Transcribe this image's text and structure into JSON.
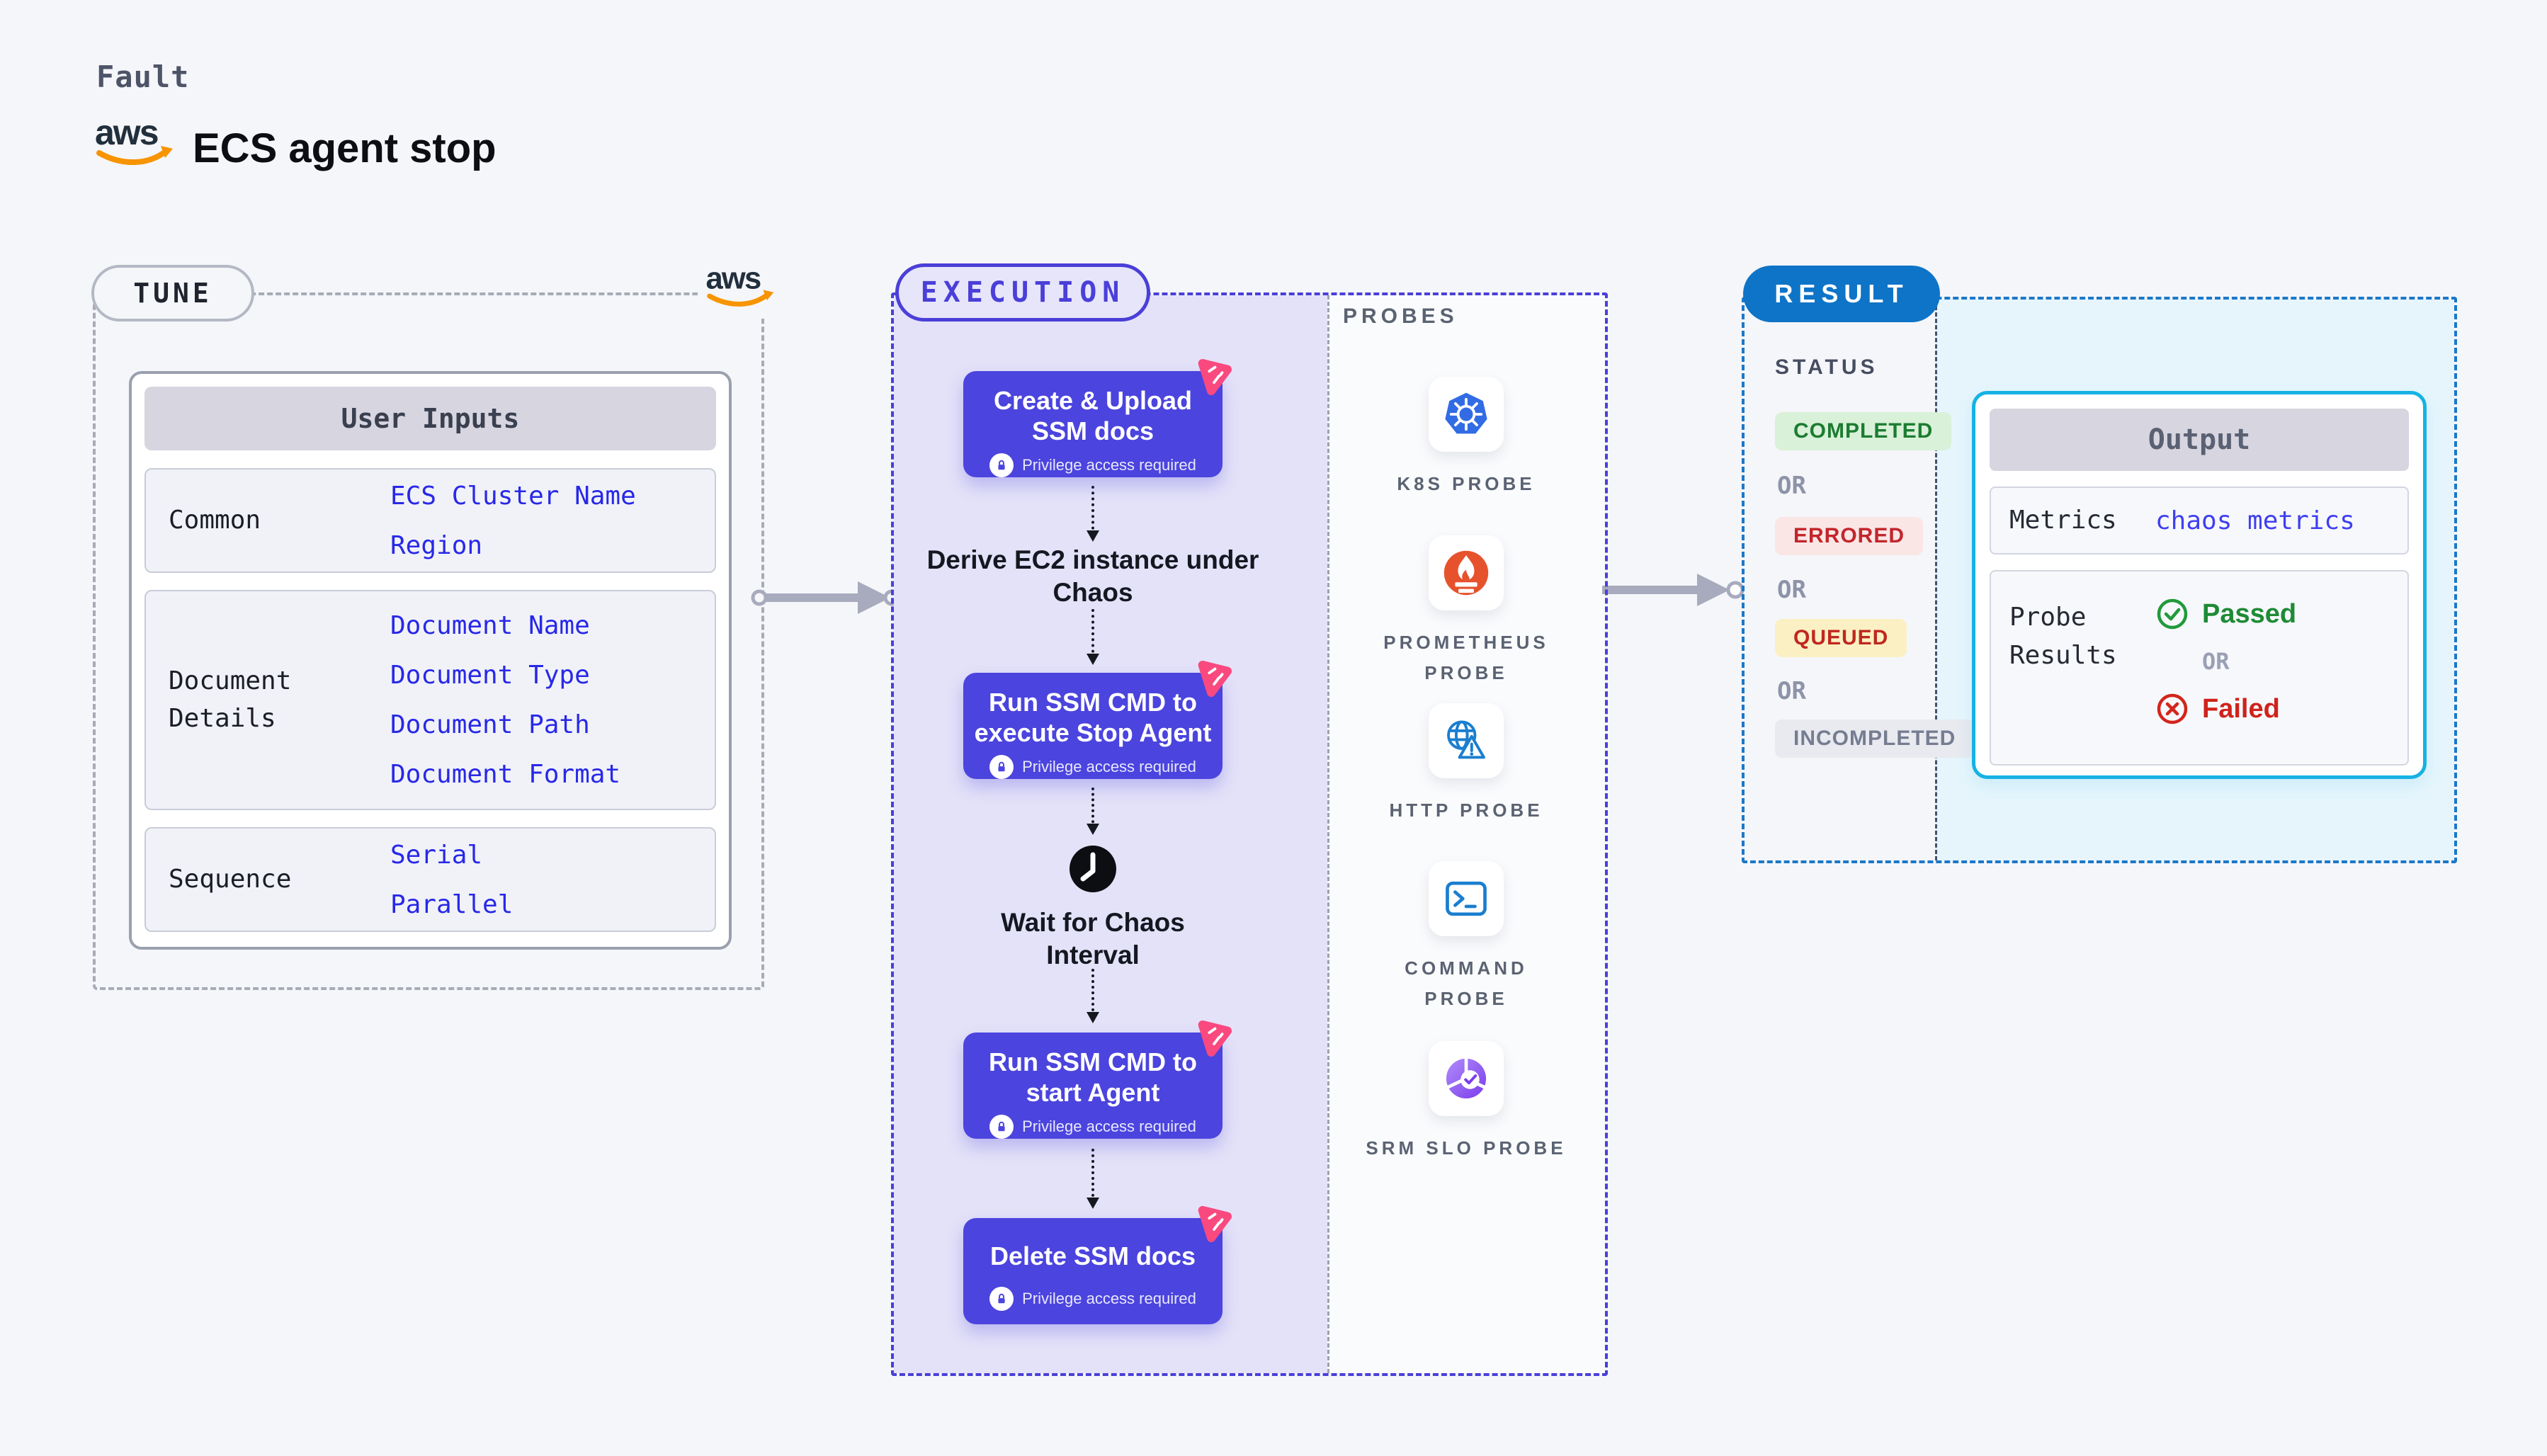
{
  "header": {
    "kicker": "Fault",
    "title": "ECS agent stop",
    "aws_wordmark": "aws"
  },
  "tune": {
    "badge": "TUNE",
    "table_title": "User Inputs",
    "rows": [
      {
        "label": "Common",
        "links": [
          "ECS Cluster Name",
          "Region"
        ]
      },
      {
        "label": "Document Details",
        "links": [
          "Document Name",
          "Document Type",
          "Document Path",
          "Document Format"
        ]
      },
      {
        "label": "Sequence",
        "links": [
          "Serial",
          "Parallel"
        ]
      }
    ]
  },
  "execution": {
    "badge": "EXECUTION",
    "privilege_label": "Privilege access required",
    "steps": {
      "create_upload": "Create & Upload SSM docs",
      "derive": "Derive EC2 instance under Chaos",
      "run_stop": "Run SSM CMD to execute Stop Agent",
      "wait": "Wait for Chaos Interval",
      "run_start": "Run SSM CMD to start Agent",
      "delete_docs": "Delete SSM docs"
    },
    "probes": {
      "heading": "PROBES",
      "labels": [
        "K8S PROBE",
        "PROMETHEUS PROBE",
        "HTTP PROBE",
        "COMMAND PROBE",
        "SRM SLO PROBE"
      ]
    }
  },
  "result": {
    "badge": "RESULT",
    "status_heading": "STATUS",
    "or_label": "OR",
    "statuses": [
      {
        "label": "COMPLETED",
        "text_color": "#1c7c31",
        "bg": "#d9f1d8"
      },
      {
        "label": "ERRORED",
        "text_color": "#c2262b",
        "bg": "#fbe6e6"
      },
      {
        "label": "QUEUED",
        "text_color": "#bf281f",
        "bg": "#fbf0c4"
      },
      {
        "label": "INCOMPLETED",
        "text_color": "#767d92",
        "bg": "#e8eaef"
      }
    ],
    "output": {
      "title": "Output",
      "metrics_label": "Metrics",
      "metrics_link": "chaos metrics",
      "probe_results_label": "Probe Results",
      "passed_label": "Passed",
      "failed_label": "Failed"
    }
  },
  "colors": {
    "accent_indigo": "#4a3fd8",
    "card_indigo": "#4b44de",
    "lavender_bg": "#e4e2f8",
    "result_blue": "#0e74c7",
    "cyan_border": "#17b2e3",
    "cyan_bg": "#e6f5fc",
    "link_blue": "#2828e8",
    "aws_orange": "#f79400",
    "pink_flag": "#f9497f",
    "k8s_blue": "#326ce5",
    "prometheus_orange": "#e6522c"
  }
}
